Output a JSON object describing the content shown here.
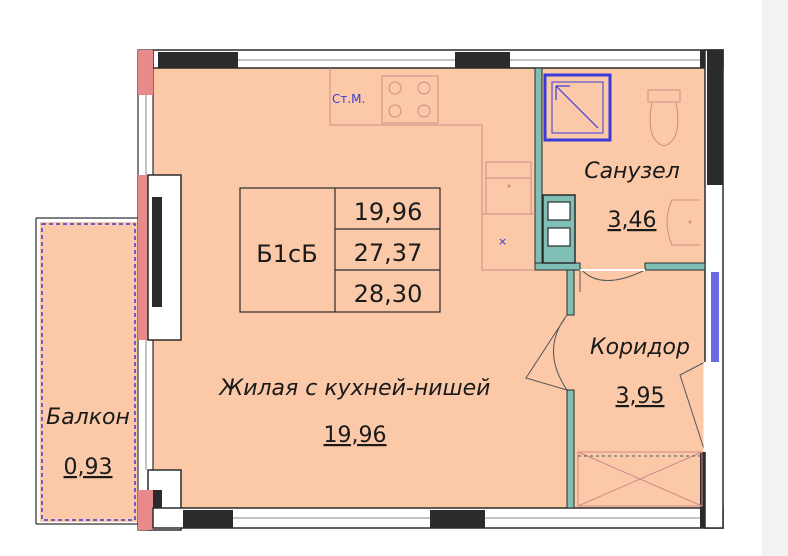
{
  "plan": {
    "apartment_code": "Б1сБ",
    "areas": [
      "19,96",
      "27,37",
      "28,30"
    ],
    "rooms": [
      {
        "id": "living",
        "name": "Жилая с кухней-нишей",
        "area": "19,96"
      },
      {
        "id": "bathroom",
        "name": "Санузел",
        "area": "3,46"
      },
      {
        "id": "corridor",
        "name": "Коридор",
        "area": "3,95"
      },
      {
        "id": "balcony",
        "name": "Балкон",
        "area": "0,93"
      }
    ],
    "appliance_label": "Ст.М.",
    "colors": {
      "floor": "#fbc9a8",
      "balcony_floor": "#fbc9a8",
      "wall": "#2b2b2b",
      "wall_pink": "#e88a8a",
      "partition": "#7fbfb6",
      "fixture_stroke": "#d08a88",
      "appliance_blue": "#3a3ad8",
      "window_glass": "#ffffff"
    }
  }
}
